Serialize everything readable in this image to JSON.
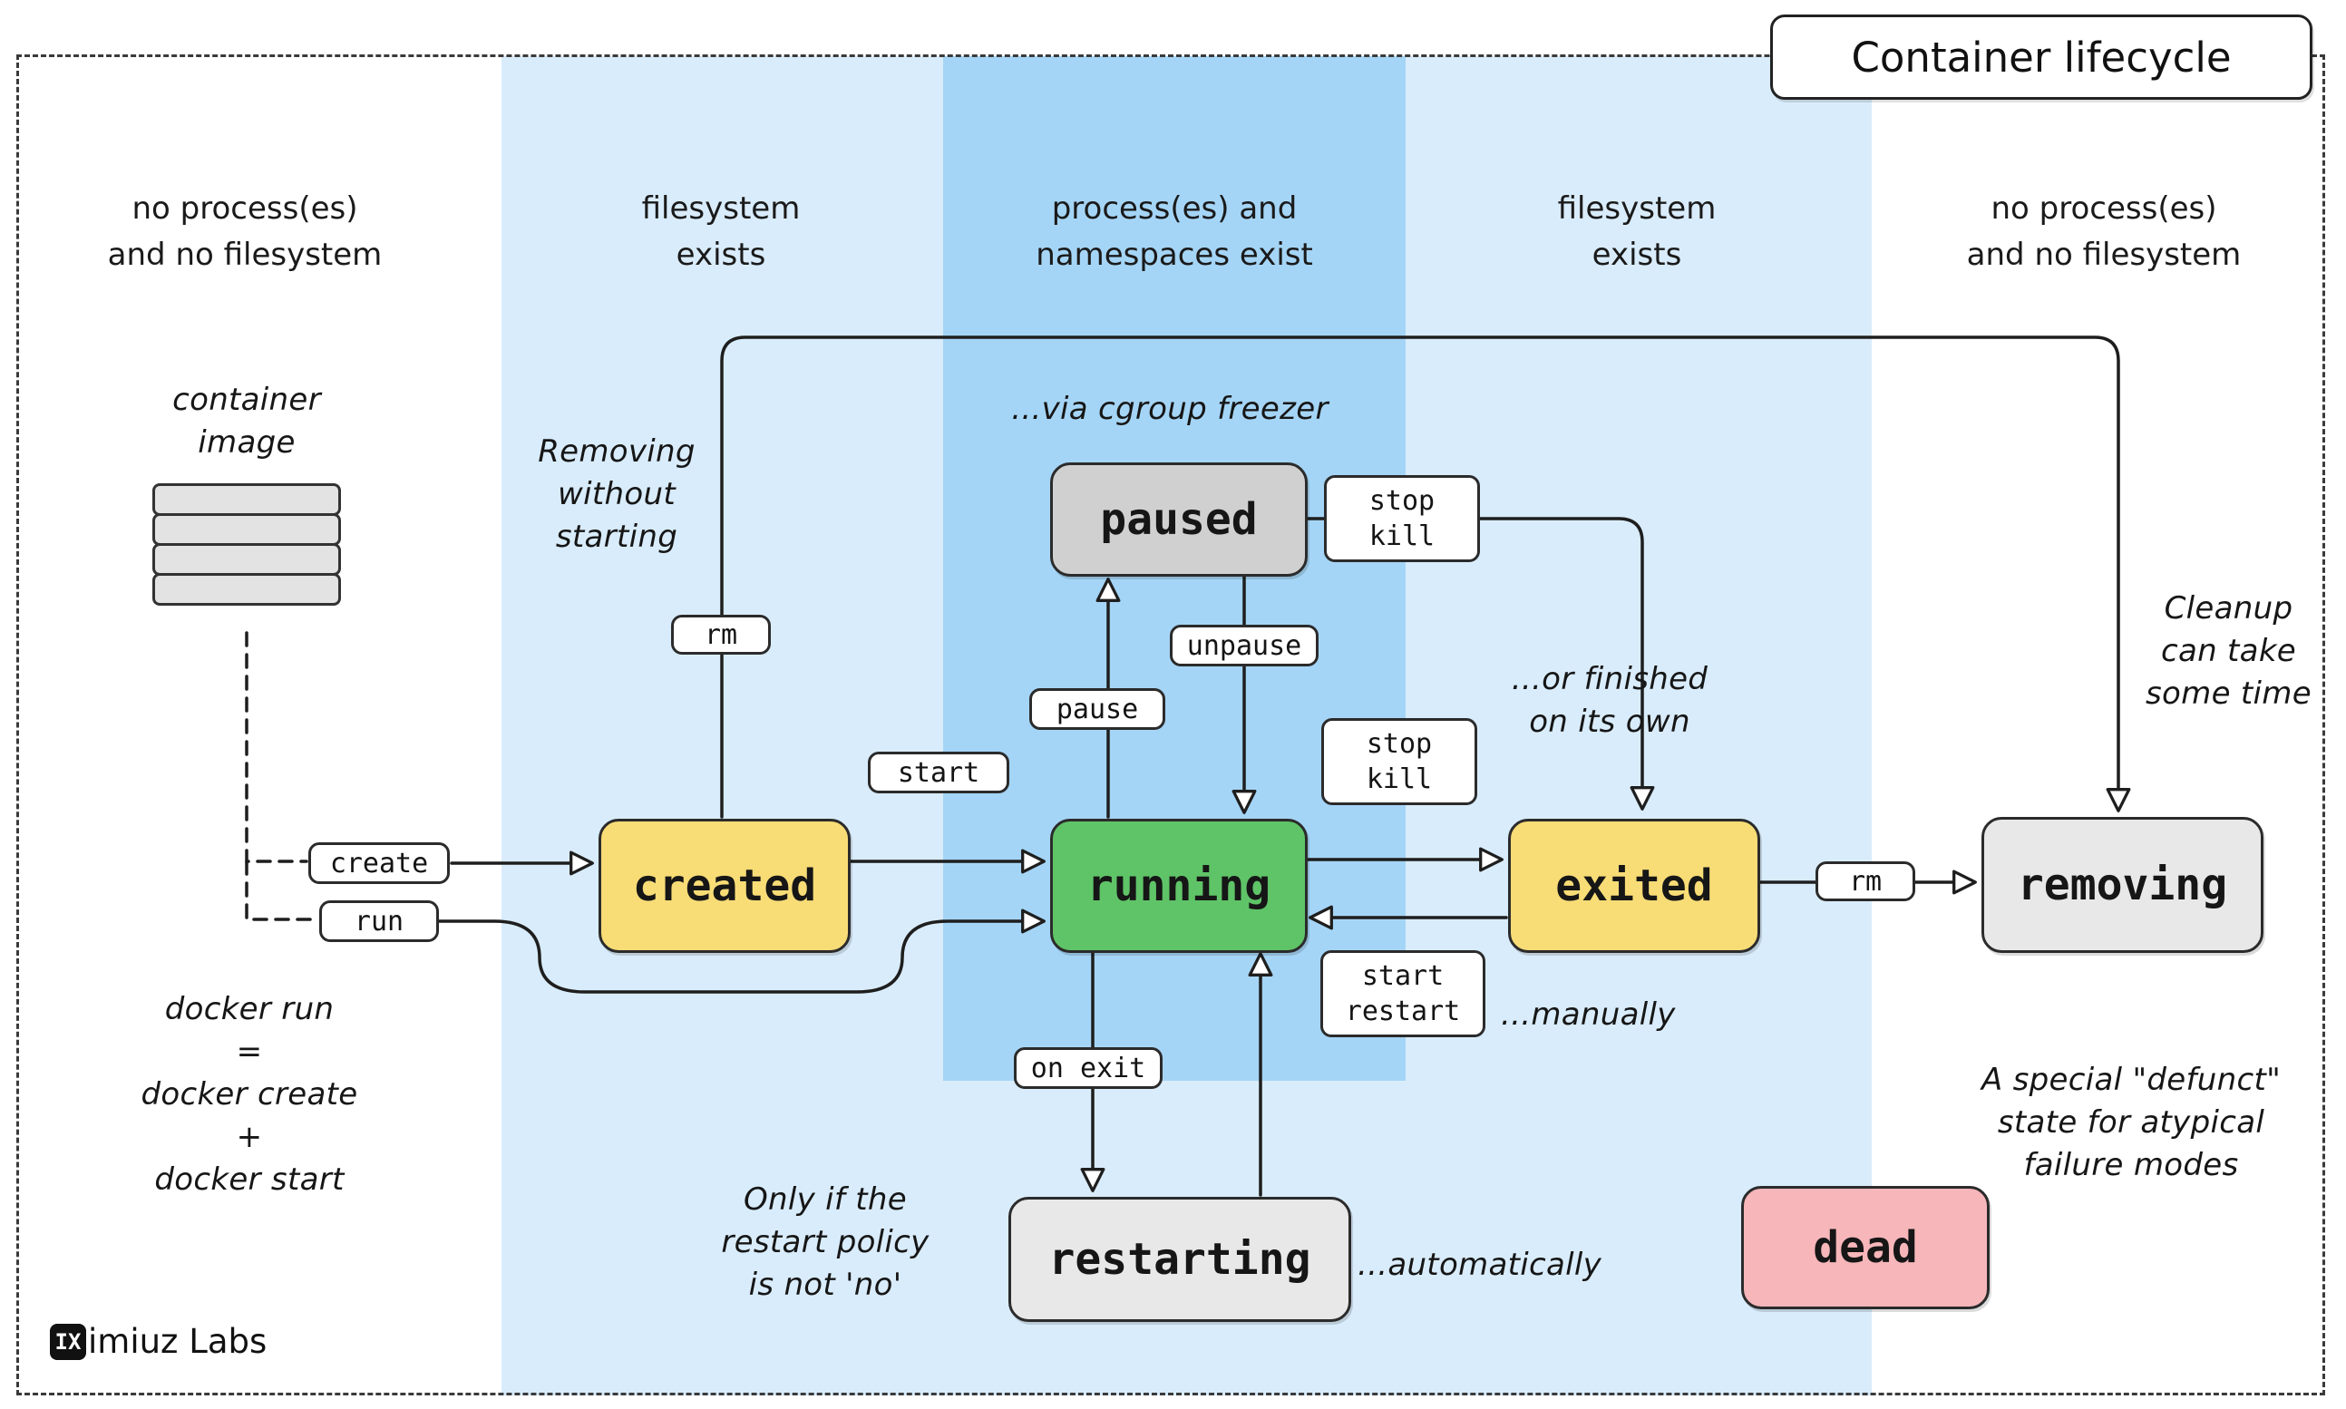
{
  "title": "Container lifecycle",
  "zones": {
    "left_outer": "no process(es)\nand no filesystem",
    "left_inner": "filesystem\nexists",
    "center": "process(es) and\nnamespaces exist",
    "right_inner": "filesystem\nexists",
    "right_outer": "no process(es)\nand no filesystem"
  },
  "states": {
    "created": "created",
    "paused": "paused",
    "running": "running",
    "exited": "exited",
    "removing": "removing",
    "restarting": "restarting",
    "dead": "dead"
  },
  "transitions": {
    "create": "create",
    "run": "run",
    "rm_created": "rm",
    "start": "start",
    "pause": "pause",
    "unpause": "unpause",
    "stop_kill_paused": "stop\nkill",
    "stop_kill_running": "stop\nkill",
    "start_restart": "start\nrestart",
    "on_exit": "on exit",
    "rm_exited": "rm"
  },
  "notes": {
    "container_image": "container\nimage",
    "removing_without_starting": "Removing\nwithout\nstarting",
    "cgroup_freezer": "...via cgroup freezer",
    "finished_own": "...or finished\non its own",
    "cleanup": "Cleanup\ncan take\nsome time",
    "docker_run": "docker run\n=\ndocker create\n+\ndocker start",
    "restart_policy": "Only if the\nrestart policy\nis not 'no'",
    "manually": "...manually",
    "automatically": "...automatically",
    "defunct": "A special \"defunct\"\nstate for atypical\nfailure modes"
  },
  "logo": {
    "mark": "IX",
    "text": "imiuz Labs"
  },
  "colors": {
    "created": "#f8dc76",
    "paused": "#d0d0d0",
    "running": "#5fc468",
    "exited": "#f8dc76",
    "removing": "#e8e8e8",
    "restarting": "#e8e8e8",
    "dead": "#f6b6ba",
    "zone_light": "#d9ecfb",
    "zone_dark": "#a5d5f6"
  }
}
